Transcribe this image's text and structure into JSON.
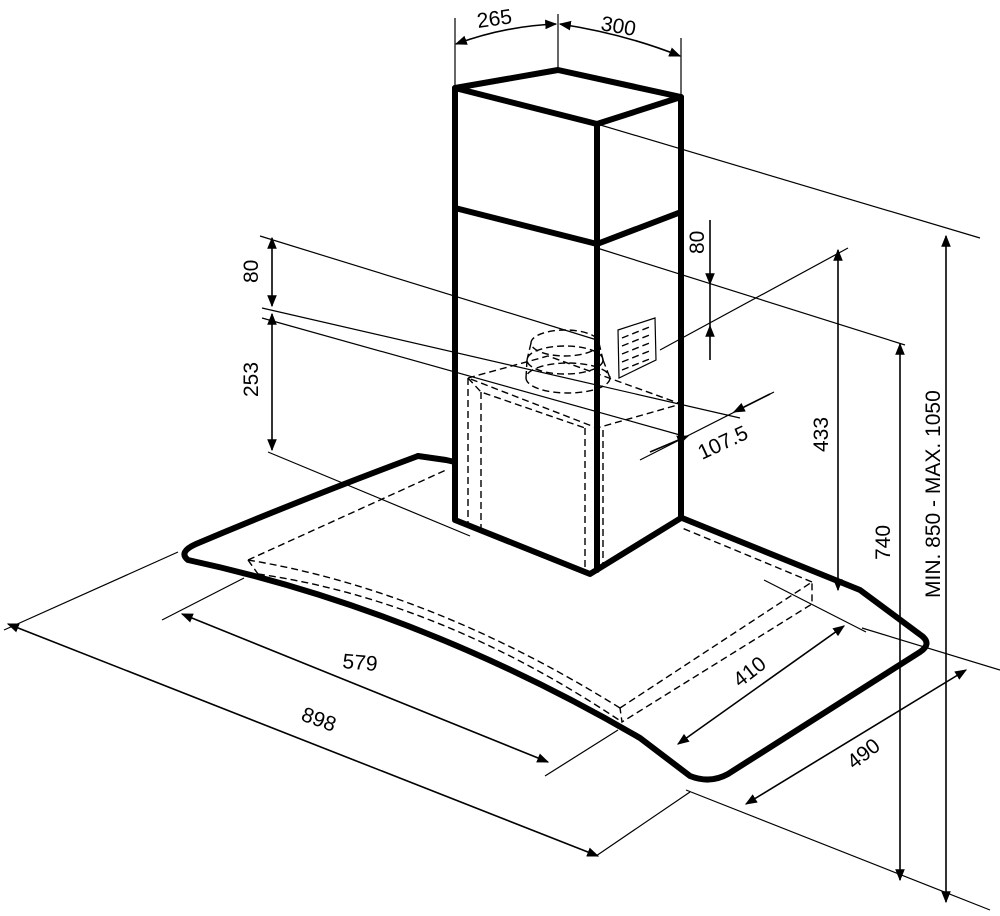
{
  "dimensions": {
    "chimney_depth": "265",
    "chimney_width": "300",
    "top_offset": "80",
    "canopy_height_253": "253",
    "outlet_offset_80": "80",
    "outlet_depth": "107.5",
    "canopy_total": "433",
    "hood_height": "740",
    "total_height": "MIN. 850 - MAX. 1050",
    "inner_width": "579",
    "total_width": "898",
    "inner_depth": "410",
    "total_depth": "490"
  }
}
